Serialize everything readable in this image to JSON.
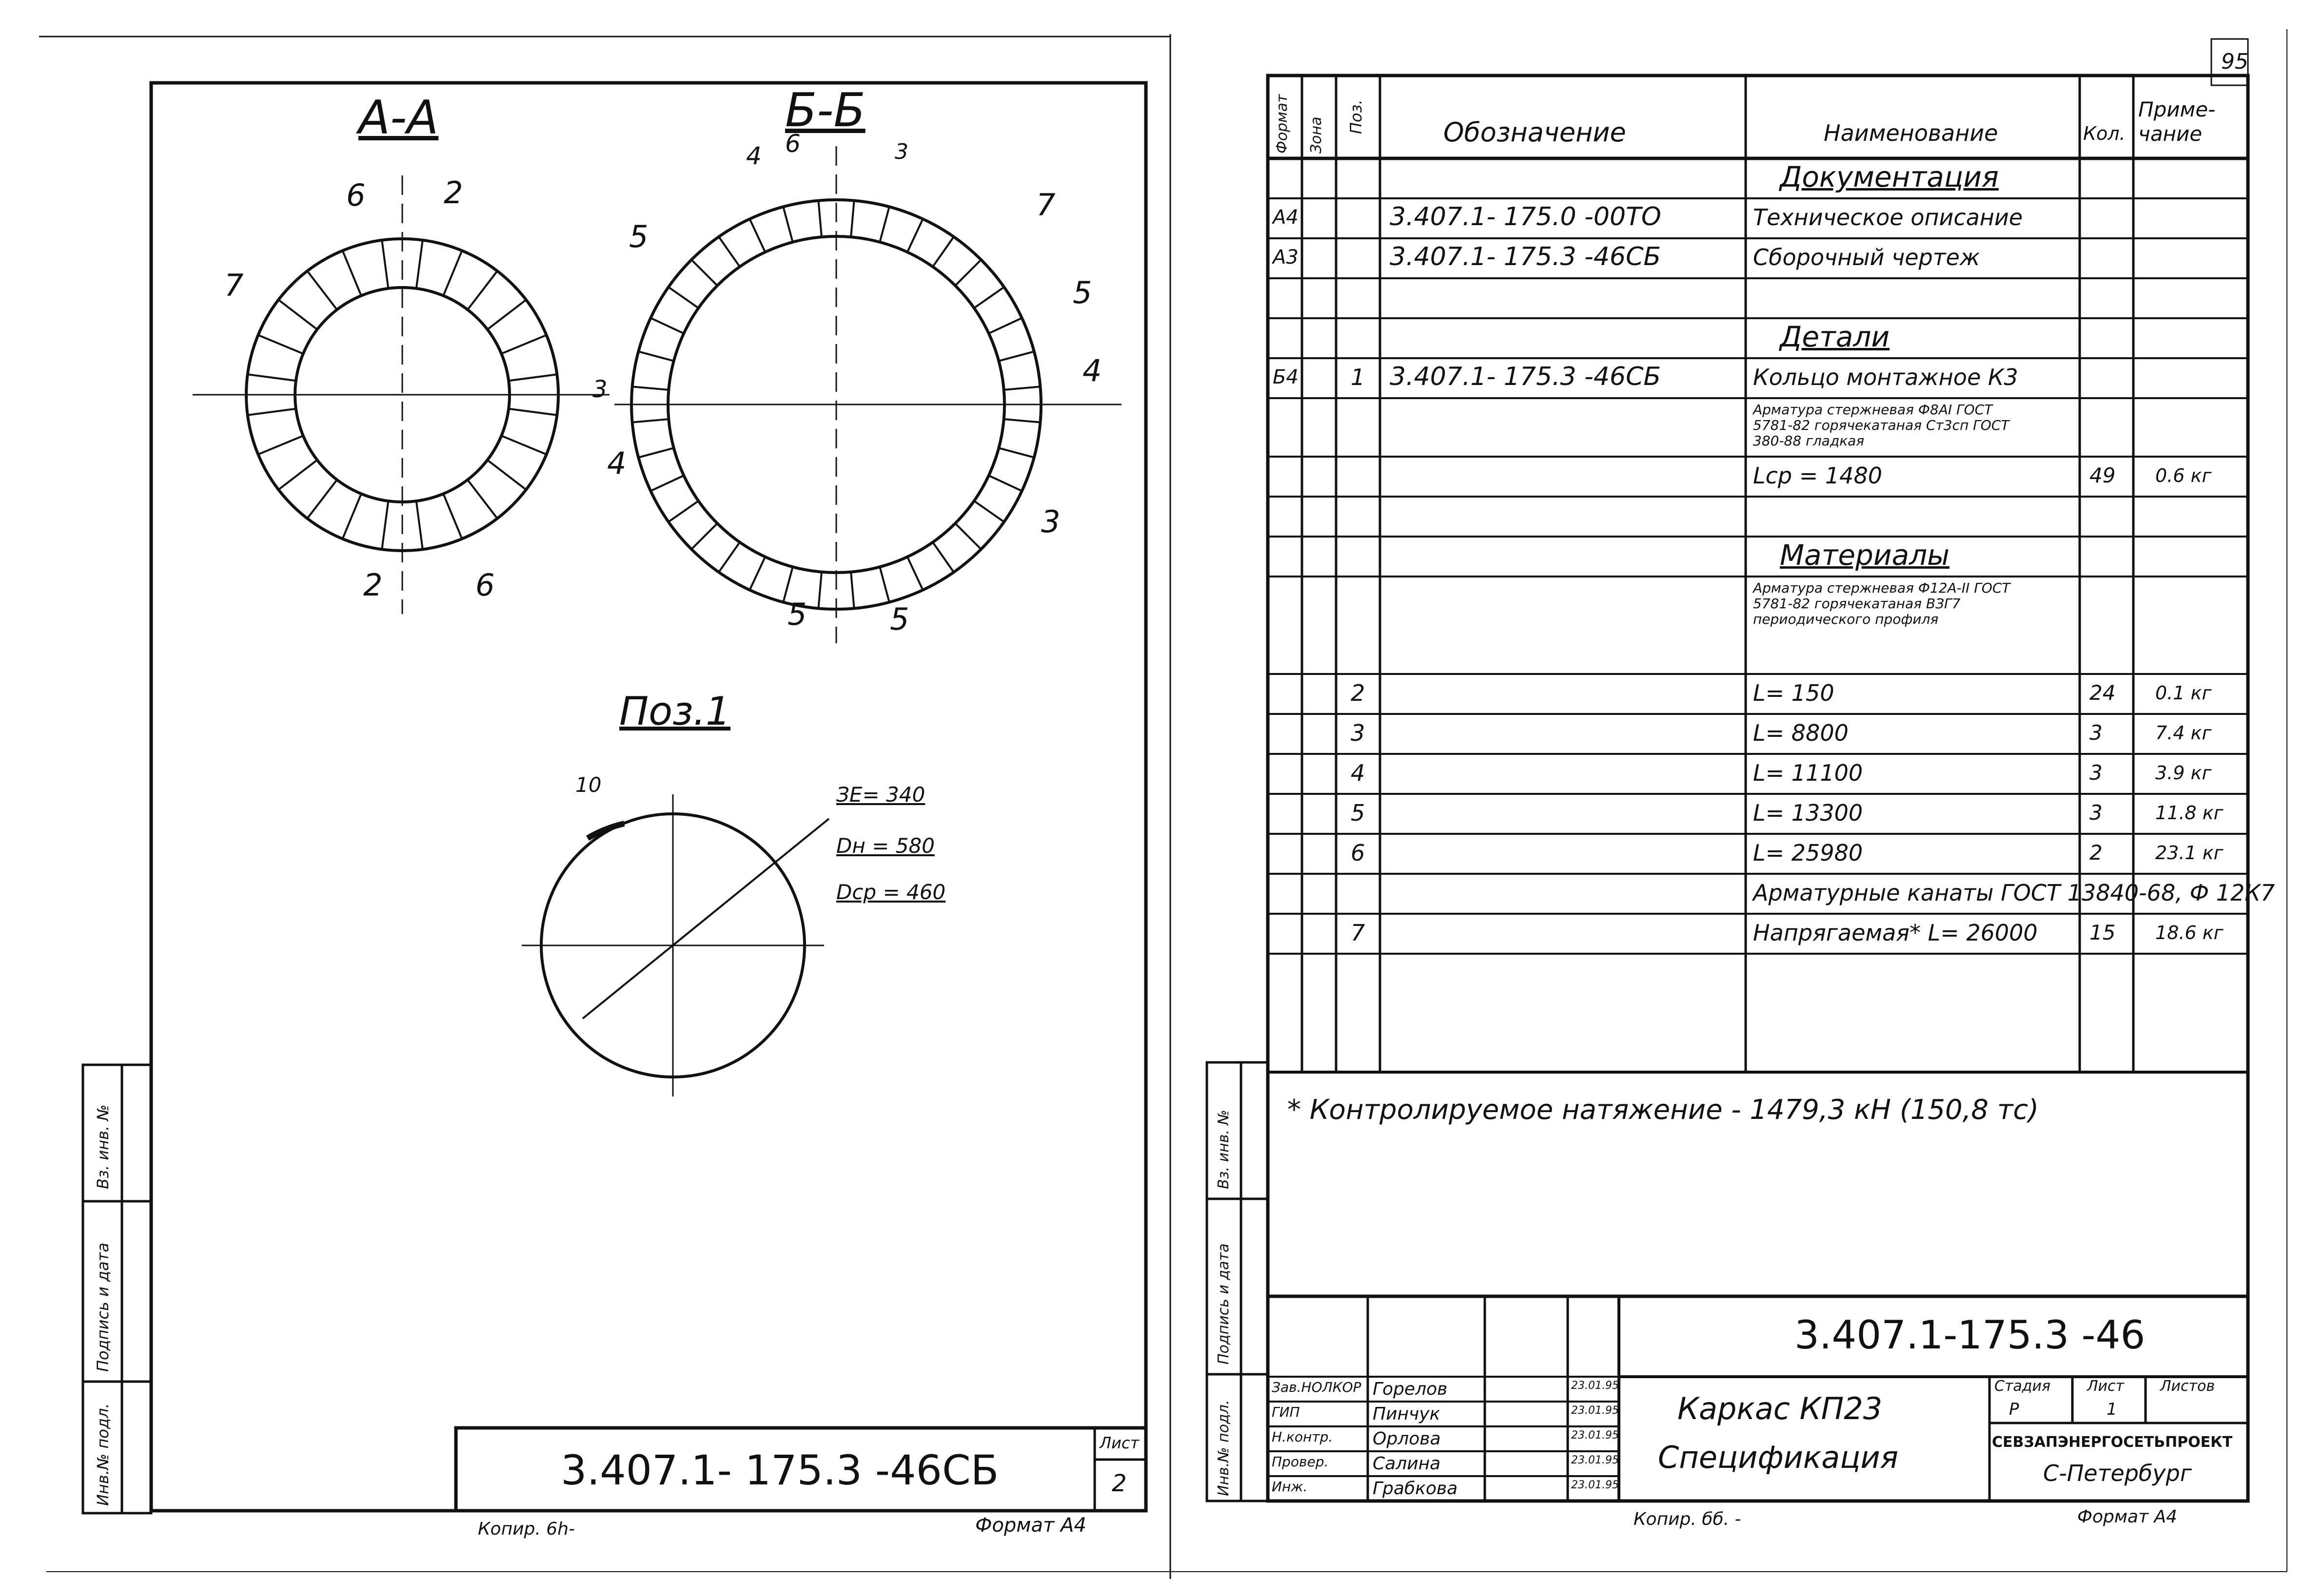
{
  "page_number": "95",
  "left_sheet": {
    "section_aa": "А-А",
    "section_bb": "Б-Б",
    "aa_labels": [
      "6",
      "2",
      "7",
      "3",
      "2",
      "6"
    ],
    "bb_labels": [
      "4",
      "6",
      "3",
      "7",
      "5",
      "5",
      "4",
      "4",
      "3",
      "5",
      "5"
    ],
    "pos1_title": "Поз.1",
    "dim_10": "10",
    "dims": [
      "ЗЕ= 340",
      "Dн = 580",
      "Dср = 460"
    ],
    "stamp_code": "3.407.1- 175.3 -46СБ",
    "list_label": "Лист",
    "list_no": "2",
    "copied": "Копир. 6h-",
    "format": "Формат А4",
    "side_labels": [
      "Инв.№ подл.",
      "Подпись и дата",
      "Вз. инв. №"
    ]
  },
  "right_sheet": {
    "headers": {
      "format": "Формат",
      "zone": "Зона",
      "pos": "Поз.",
      "designation": "Обозначение",
      "name": "Наименование",
      "qty": "Кол.",
      "note": "Приме-\nчание"
    },
    "rows": [
      {
        "format": "",
        "pos": "",
        "designation": "",
        "name": "Документация",
        "qty": "",
        "note": "",
        "heading": true
      },
      {
        "format": "А4",
        "pos": "",
        "designation": "3.407.1- 175.0 -00ТО",
        "name": "Техническое описание",
        "qty": "",
        "note": ""
      },
      {
        "format": "А3",
        "pos": "",
        "designation": "3.407.1- 175.3 -46СБ",
        "name": "Сборочный чертеж",
        "qty": "",
        "note": ""
      },
      {
        "format": "",
        "pos": "",
        "designation": "",
        "name": "",
        "qty": "",
        "note": ""
      },
      {
        "format": "",
        "pos": "",
        "designation": "",
        "name": "Детали",
        "qty": "",
        "note": "",
        "heading": true
      },
      {
        "format": "Б4",
        "pos": "1",
        "designation": "3.407.1- 175.3 -46СБ",
        "name": "Кольцо монтажное К3",
        "qty": "",
        "note": ""
      },
      {
        "format": "",
        "pos": "",
        "designation": "",
        "name": "Арматура стержневая Ф8АI ГОСТ 5781-82 горячекатаная Ст3сп ГОСТ 380-88 гладкая",
        "qty": "",
        "note": "",
        "small": true
      },
      {
        "format": "",
        "pos": "",
        "designation": "",
        "name": "Lср = 1480",
        "qty": "49",
        "note": "0.6 кг"
      },
      {
        "format": "",
        "pos": "",
        "designation": "",
        "name": "",
        "qty": "",
        "note": ""
      },
      {
        "format": "",
        "pos": "",
        "designation": "",
        "name": "Материалы",
        "qty": "",
        "note": "",
        "heading": true
      },
      {
        "format": "",
        "pos": "",
        "designation": "",
        "name": "Арматура стержневая Ф12А-II ГОСТ 5781-82 горячекатаная ВЗГ7 периодического профиля",
        "qty": "",
        "note": "",
        "small": true
      },
      {
        "format": "",
        "pos": "2",
        "designation": "",
        "name": "L= 150",
        "qty": "24",
        "note": "0.1 кг"
      },
      {
        "format": "",
        "pos": "3",
        "designation": "",
        "name": "L= 8800",
        "qty": "3",
        "note": "7.4 кг"
      },
      {
        "format": "",
        "pos": "4",
        "designation": "",
        "name": "L= 11100",
        "qty": "3",
        "note": "3.9 кг"
      },
      {
        "format": "",
        "pos": "5",
        "designation": "",
        "name": "L= 13300",
        "qty": "3",
        "note": "11.8 кг"
      },
      {
        "format": "",
        "pos": "6",
        "designation": "",
        "name": "L= 25980",
        "qty": "2",
        "note": "23.1 кг"
      },
      {
        "format": "",
        "pos": "",
        "designation": "",
        "name": "Арматурные канаты ГОСТ 13840-68, Ф 12К7",
        "qty": "",
        "note": ""
      },
      {
        "format": "",
        "pos": "7",
        "designation": "",
        "name": "Напрягаемая* L= 26000",
        "qty": "15",
        "note": "18.6 кг"
      }
    ],
    "footnote": "* Контролируемое натяжение - 1479,3 кН (150,8 тс)",
    "title_code": "3.407.1-175.3 -46",
    "roles": [
      "Зав.НОЛКОР",
      "ГИП",
      "Н.контр.",
      "Провер.",
      "Инж."
    ],
    "names": [
      "Горелов",
      "Пинчук",
      "Орлова",
      "Салина",
      "Грабкова"
    ],
    "dates": [
      "23.01.95",
      "23.01.95",
      "23.01.95",
      "23.01.95",
      "23.01.95"
    ],
    "product": "Каркас КП23",
    "product_sub": "Спецификация",
    "stage_label": "Стадия",
    "sheet_label": "Лист",
    "sheets_label": "Листов",
    "stage": "Р",
    "sheet": "1",
    "org": "СЕВЗАПЭНЕРГОСЕТЬПРОЕКТ",
    "city": "С-Петербург",
    "copied": "Копир. бб. -",
    "format": "Формат А4",
    "side_labels": [
      "Инв.№ подл.",
      "Подпись и дата",
      "Вз. инв. №"
    ]
  }
}
